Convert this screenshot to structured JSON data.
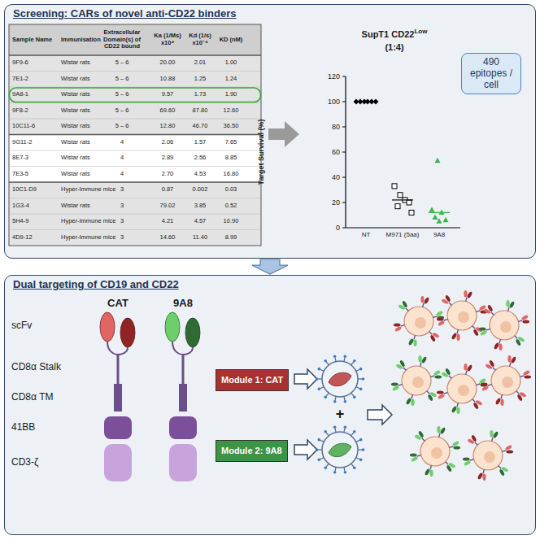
{
  "diagram": {
    "nodes": [
      {
        "text": [
          "Screening: CARs of novel anti-CD22 binders"
        ]
      },
      {
        "text": [
          "490 epitopes / cell"
        ],
        "in": 0
      },
      {
        "text": [
          "Dual targeting of CD19 and CD22"
        ]
      },
      {
        "text": [
          "Module 1: CAT"
        ],
        "in": 2
      },
      {
        "text": [
          "Module 2: 9A8"
        ],
        "in": 2
      }
    ],
    "edges": [
      {
        "from": 0,
        "to": 2,
        "arrow": "to"
      }
    ],
    "labels": [
      "Sample Name",
      "Immunisation",
      "Extracellular Domain(s) of CD22 bound",
      "Ka (1/Ms) x10⁴",
      "Kd (1/s) x10⁻⁴",
      "KD (nM)",
      "9F9-6",
      "Wistar rats",
      "5 – 6",
      "20.00",
      "2.01",
      "1.00",
      "7E1-2",
      "Wistar rats",
      "5 – 6",
      "10.88",
      "1.25",
      "1.24",
      "9A8-1",
      "Wistar rats",
      "5 – 6",
      "9.57",
      "1.73",
      "1.90",
      "9F8-2",
      "Wistar rats",
      "5 – 6",
      "69.60",
      "87.80",
      "12.60",
      "10C11-6",
      "Wistar rats",
      "5 – 6",
      "12.80",
      "46.70",
      "36.50",
      "9G11-2",
      "Wistar rats",
      "4",
      "2.06",
      "1.57",
      "7.65",
      "8E7-3",
      "Wistar rats",
      "4",
      "2.89",
      "2.56",
      "8.85",
      "7E3-5",
      "Wistar rats",
      "4",
      "2.70",
      "4.53",
      "16.80",
      "10C1-D9",
      "Hyper-Immune mice",
      "3",
      "0.87",
      "0.002",
      "0.03",
      "1G3-4",
      "Wistar rats",
      "3",
      "79.02",
      "3.85",
      "0.52",
      "5H4-9",
      "Hyper-Immune mice",
      "3",
      "4.21",
      "4.57",
      "10.90",
      "4D9-12",
      "Hyper-Immune mice",
      "3",
      "14.60",
      "11.40",
      "8.99",
      "SupT1 CD22",
      "Low",
      "(1:4)",
      "Target Survival (%)",
      "120",
      "100",
      "80",
      "60",
      "40",
      "20",
      "0",
      "NT",
      "M971 (5aa)",
      "9A8",
      "CAT",
      "9A8",
      "scFv",
      "CD8α Stalk",
      "CD8α TM",
      "41BB",
      "CD3-ζ",
      "+"
    ]
  }
}
